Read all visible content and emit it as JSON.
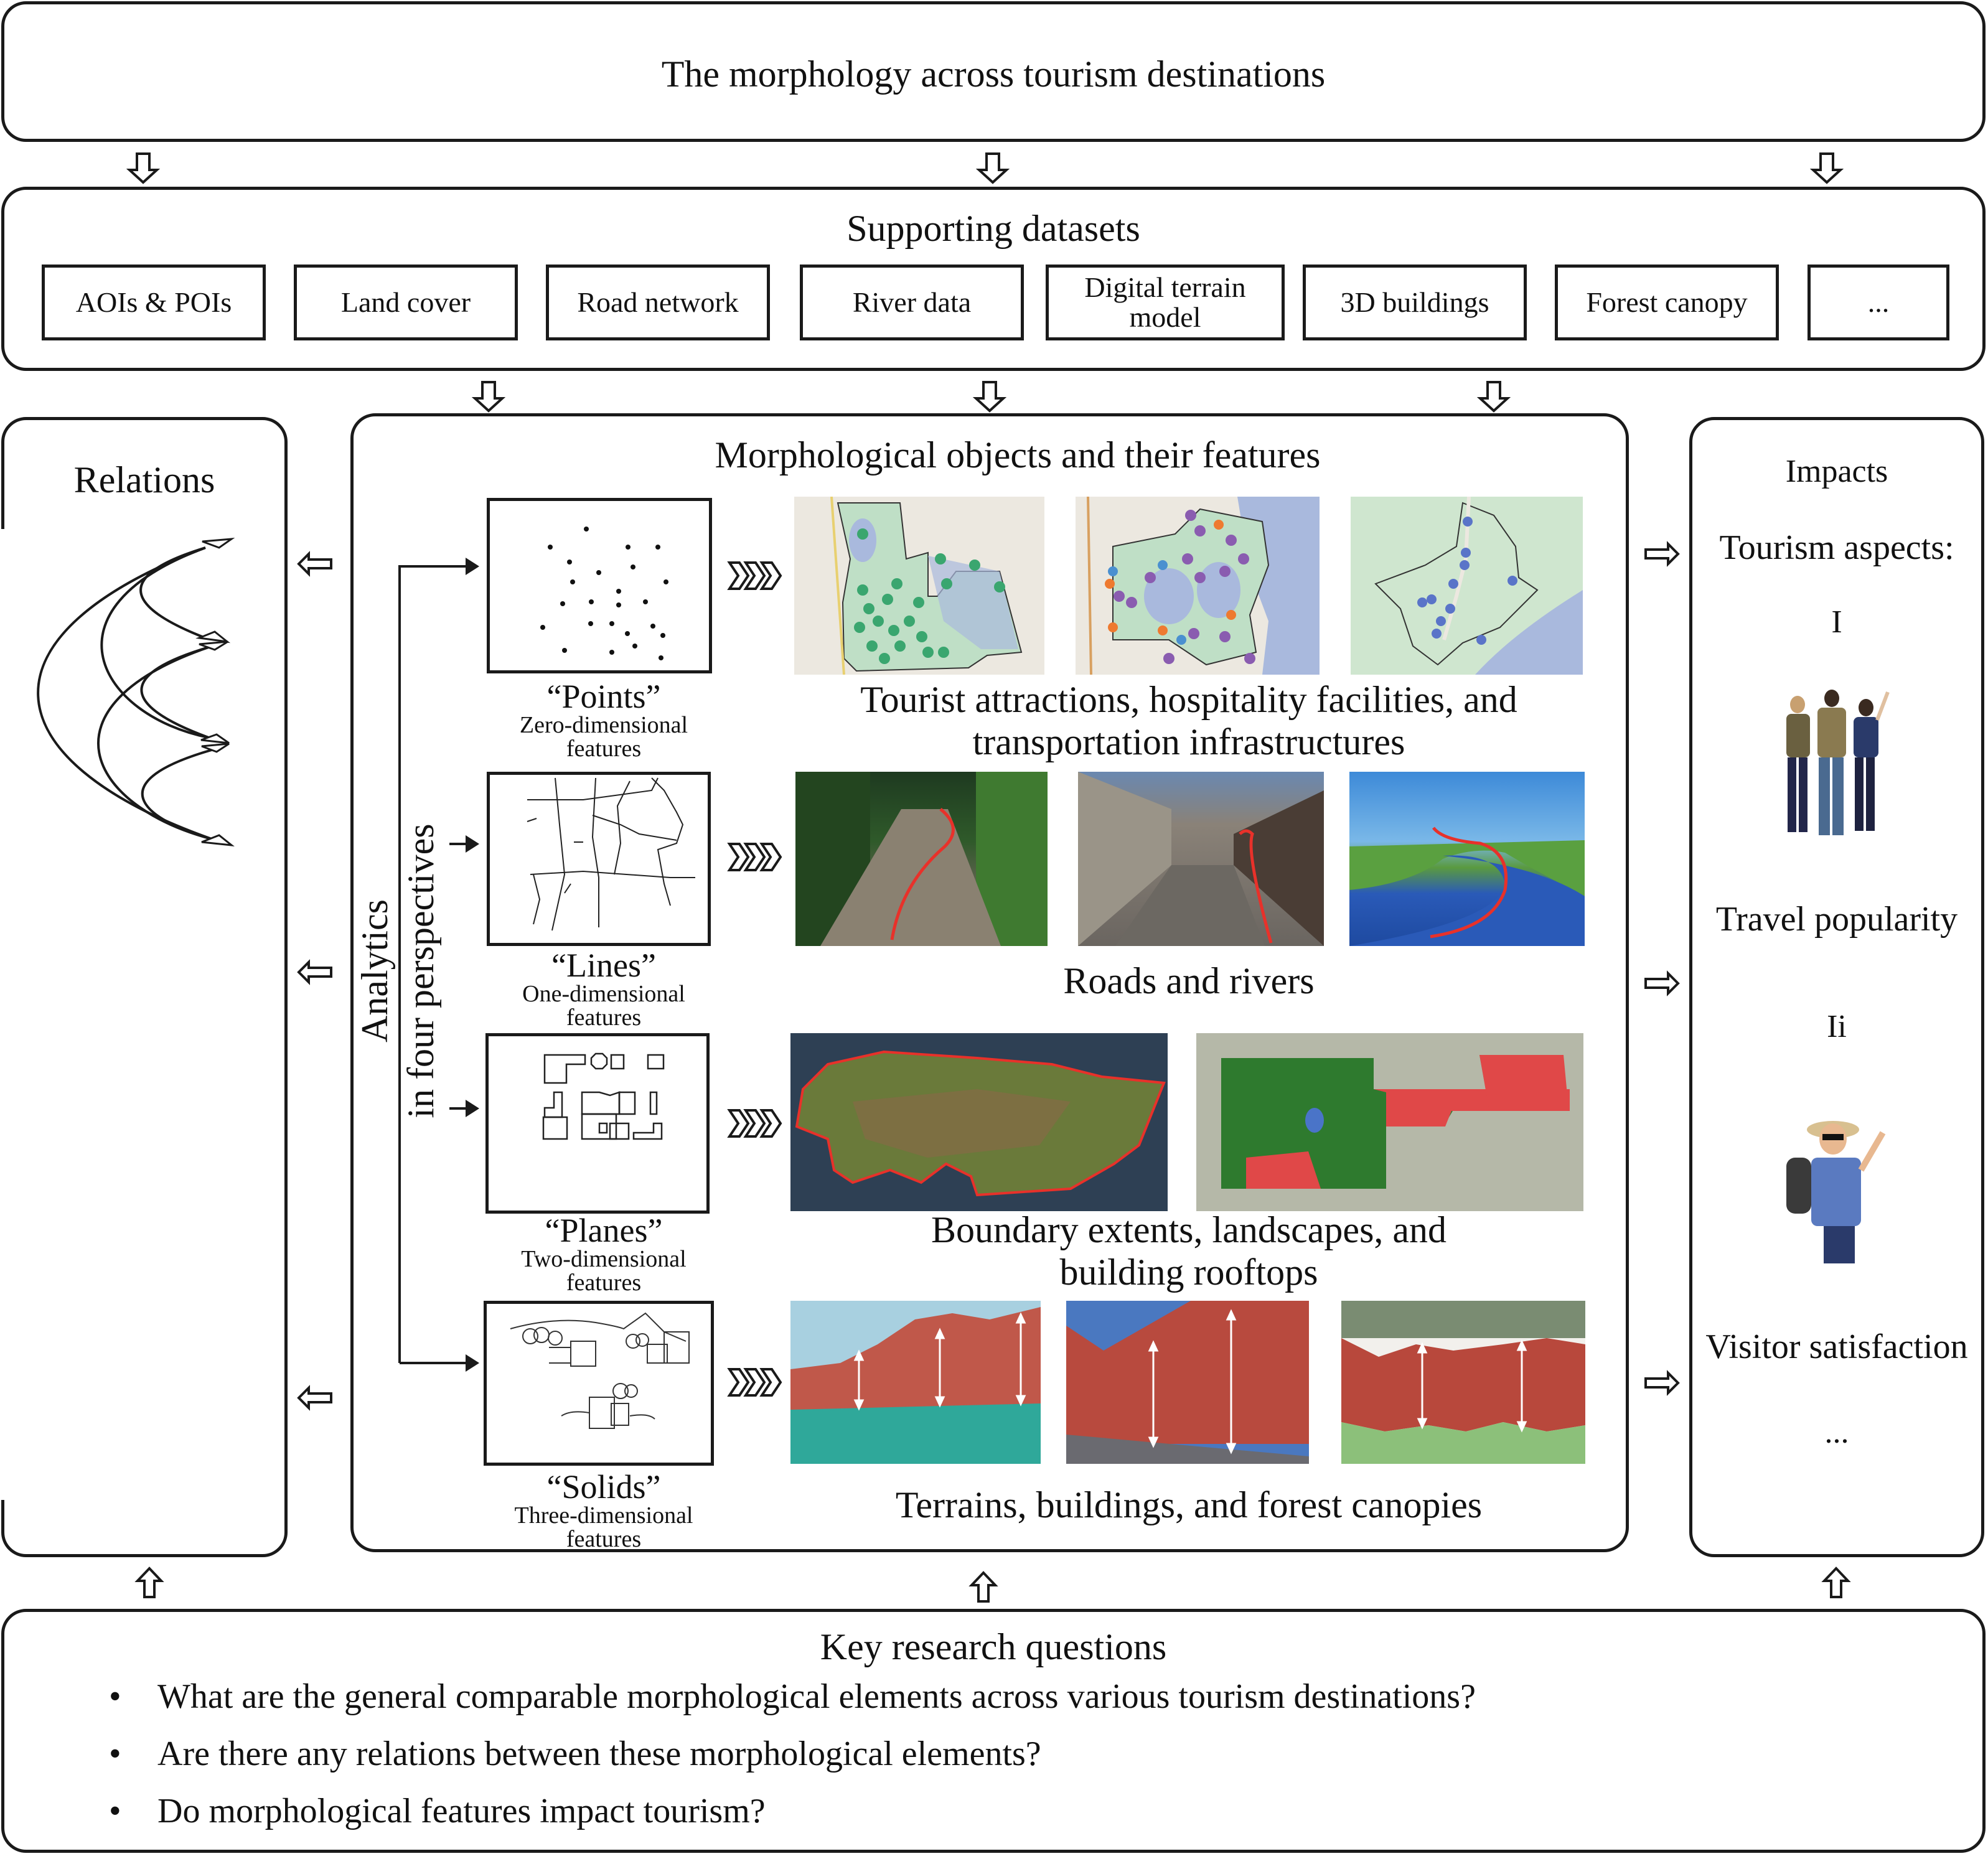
{
  "top": {
    "title": "The morphology across tourism destinations"
  },
  "datasets": {
    "title": "Supporting datasets",
    "items": [
      "AOIs & POIs",
      "Land cover",
      "Road network",
      "River data",
      "Digital terrain model",
      "3D buildings",
      "Forest canopy",
      "..."
    ]
  },
  "relations": {
    "title": "Relations"
  },
  "center": {
    "title": "Morphological objects and their features",
    "vertical_label_line1": "Analytics",
    "vertical_label_line2": "in four perspectives",
    "rows": [
      {
        "name": "“Points”",
        "subtitle_line1": "Zero-dimensional",
        "subtitle_line2": "features",
        "caption_line1": "Tourist attractions, hospitality facilities, and",
        "caption_line2": "transportation infrastructures",
        "images": [
          "map-tourist-attractions",
          "map-hospitality-facilities",
          "map-transportation"
        ]
      },
      {
        "name": "“Lines”",
        "subtitle_line1": "One-dimensional",
        "subtitle_line2": "features",
        "caption_line1": "Roads and rivers",
        "caption_line2": "",
        "images": [
          "photo-forest-road",
          "photo-old-town-street",
          "photo-river"
        ]
      },
      {
        "name": "“Planes”",
        "subtitle_line1": "Two-dimensional",
        "subtitle_line2": "features",
        "caption_line1": "Boundary extents, landscapes, and",
        "caption_line2": "building rooftops",
        "images": [
          "photo-island-boundary",
          "satellite-landscape-rooftops"
        ]
      },
      {
        "name": "“Solids”",
        "subtitle_line1": "Three-dimensional",
        "subtitle_line2": "features",
        "caption_line1": "Terrains, buildings, and forest canopies",
        "caption_line2": "",
        "images": [
          "photo-terrain-heights",
          "photo-building-heights",
          "photo-canopy-heights"
        ]
      }
    ]
  },
  "impacts": {
    "title": "Impacts",
    "subtitle": "Tourism aspects:",
    "numeral1": "I",
    "aspect1": "Travel popularity",
    "numeral2": "Ii",
    "aspect2": "Visitor satisfaction",
    "more": "..."
  },
  "questions": {
    "title": "Key research questions",
    "bullet": "•",
    "items": [
      "What are the general comparable morphological elements across various tourism destinations?",
      "Are there any relations between these morphological elements?",
      "Do morphological features impact tourism?"
    ]
  },
  "colors": {
    "highlight_red": "#e8312a",
    "poi_green": "#3aa66f",
    "poi_purple": "#8a5cb0",
    "poi_orange": "#ee7a30",
    "poi_blue": "#5a74c8",
    "map_land": "#cfe6cf",
    "map_water": "#a9b9dd"
  }
}
